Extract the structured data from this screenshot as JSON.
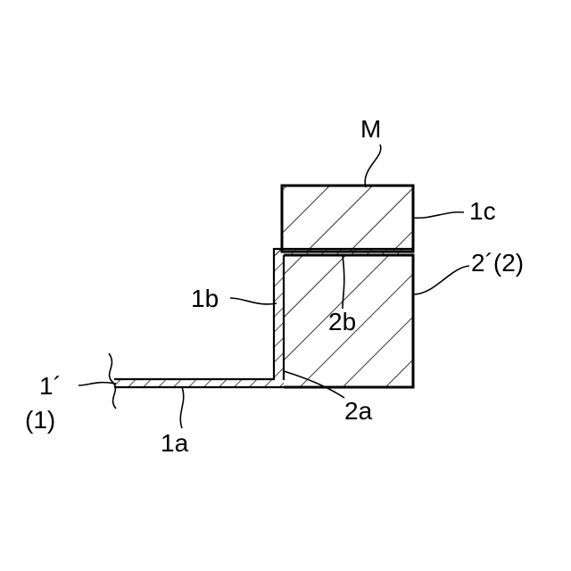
{
  "labels": {
    "M": "M",
    "1c": "1c",
    "2prime_2": "2´(2)",
    "1b": "1b",
    "2b": "2b",
    "1prime": "1´",
    "paren1": "(1)",
    "2a": "2a",
    "1a": "1a"
  }
}
